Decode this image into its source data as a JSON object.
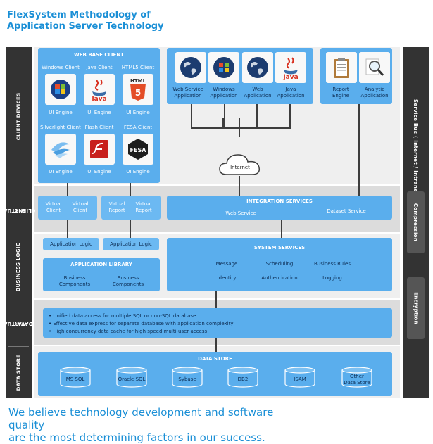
{
  "title_line1": "FlexSystem Methodology of",
  "title_line2": "Application Server Technology",
  "footer_line1": "We believe technology development and software quality",
  "footer_line2": "are the most determining factors in our success.",
  "colors": {
    "accent": "#1a8fd6",
    "box": "#5aaeed",
    "bar": "#333333"
  },
  "left_labels": {
    "client_devices": "CLIENT DEVICES",
    "virtual_client_1": "VIRTUAL",
    "virtual_client_2": "CLIENT",
    "business_logic": "BUSINESS LOGIC",
    "virtual_data_1": "VIRTUAL",
    "virtual_data_2": "DATA",
    "data_store": "DATA STORE"
  },
  "right_labels": {
    "service_bus": "Service Bus ( Internet / Intranet )",
    "compression": "Compression",
    "encryption": "Encryption"
  },
  "web_base_client": {
    "header": "WEB BASE CLIENT",
    "clients": [
      {
        "name": "Windows Client",
        "engine": "UI Engine",
        "icon": "windows-icon"
      },
      {
        "name": "Java Client",
        "engine": "UI Engine",
        "icon": "java-icon"
      },
      {
        "name": "HTML5 Client",
        "engine": "UI Engine",
        "icon": "html5-icon"
      },
      {
        "name": "Silverlight Client",
        "engine": "UI Engine",
        "icon": "silverlight-icon"
      },
      {
        "name": "Flash Client",
        "engine": "UI Engine",
        "icon": "flash-icon"
      },
      {
        "name": "FESA Client",
        "engine": "UI Engine",
        "icon": "fesa-icon"
      }
    ],
    "java_text": "Java",
    "html_text": "HTML",
    "html_five": "5",
    "fesa_text": "FESA"
  },
  "apps": [
    {
      "line1": "Web Service",
      "line2": "Application",
      "icon": "globe-icon"
    },
    {
      "line1": "Windows",
      "line2": "Application",
      "icon": "windows-globe-icon"
    },
    {
      "line1": "Web",
      "line2": "Application",
      "icon": "globe-icon"
    },
    {
      "line1": "Java",
      "line2": "Application",
      "icon": "java-icon"
    }
  ],
  "reports": [
    {
      "line1": "Report",
      "line2": "Engine",
      "icon": "clipboard-icon"
    },
    {
      "line1": "Analytic",
      "line2": "Application",
      "icon": "magnifier-icon"
    }
  ],
  "internet": "Internet",
  "virtual_client": {
    "vc1": "Virtual",
    "vc1b": "Client",
    "vc2": "Virtual",
    "vc2b": "Client",
    "vr1": "Virtual",
    "vr1b": "Report",
    "vr2": "Virtual",
    "vr2b": "Report"
  },
  "integration": {
    "header": "INTEGRATION SERVICES",
    "web_service": "Web Service",
    "dataset_service": "Dataset Service"
  },
  "app_logic_1": "Application Logic",
  "app_logic_2": "Application Logic",
  "app_library": {
    "header": "APPLICATION LIBRARY",
    "c1a": "Business",
    "c1b": "Components",
    "c2a": "Business",
    "c2b": "Components"
  },
  "system_services": {
    "header": "SYSTEM SERVICES",
    "items": [
      "Message",
      "Scheduling",
      "Business Rules",
      "Identity",
      "Authentication",
      "Logging"
    ]
  },
  "virtual_data": [
    "• Unified data access for multiple SQL or non-SQL database",
    "• Effective data express for separate database with application complexity",
    "• High concurrency data cache for high speed multi-user access"
  ],
  "data_store": {
    "header": "DATA STORE",
    "dbs": [
      "MS SQL",
      "Oracle SQL",
      "Sybase",
      "DB2",
      "ISAM",
      "Other",
      "Data Store"
    ]
  }
}
